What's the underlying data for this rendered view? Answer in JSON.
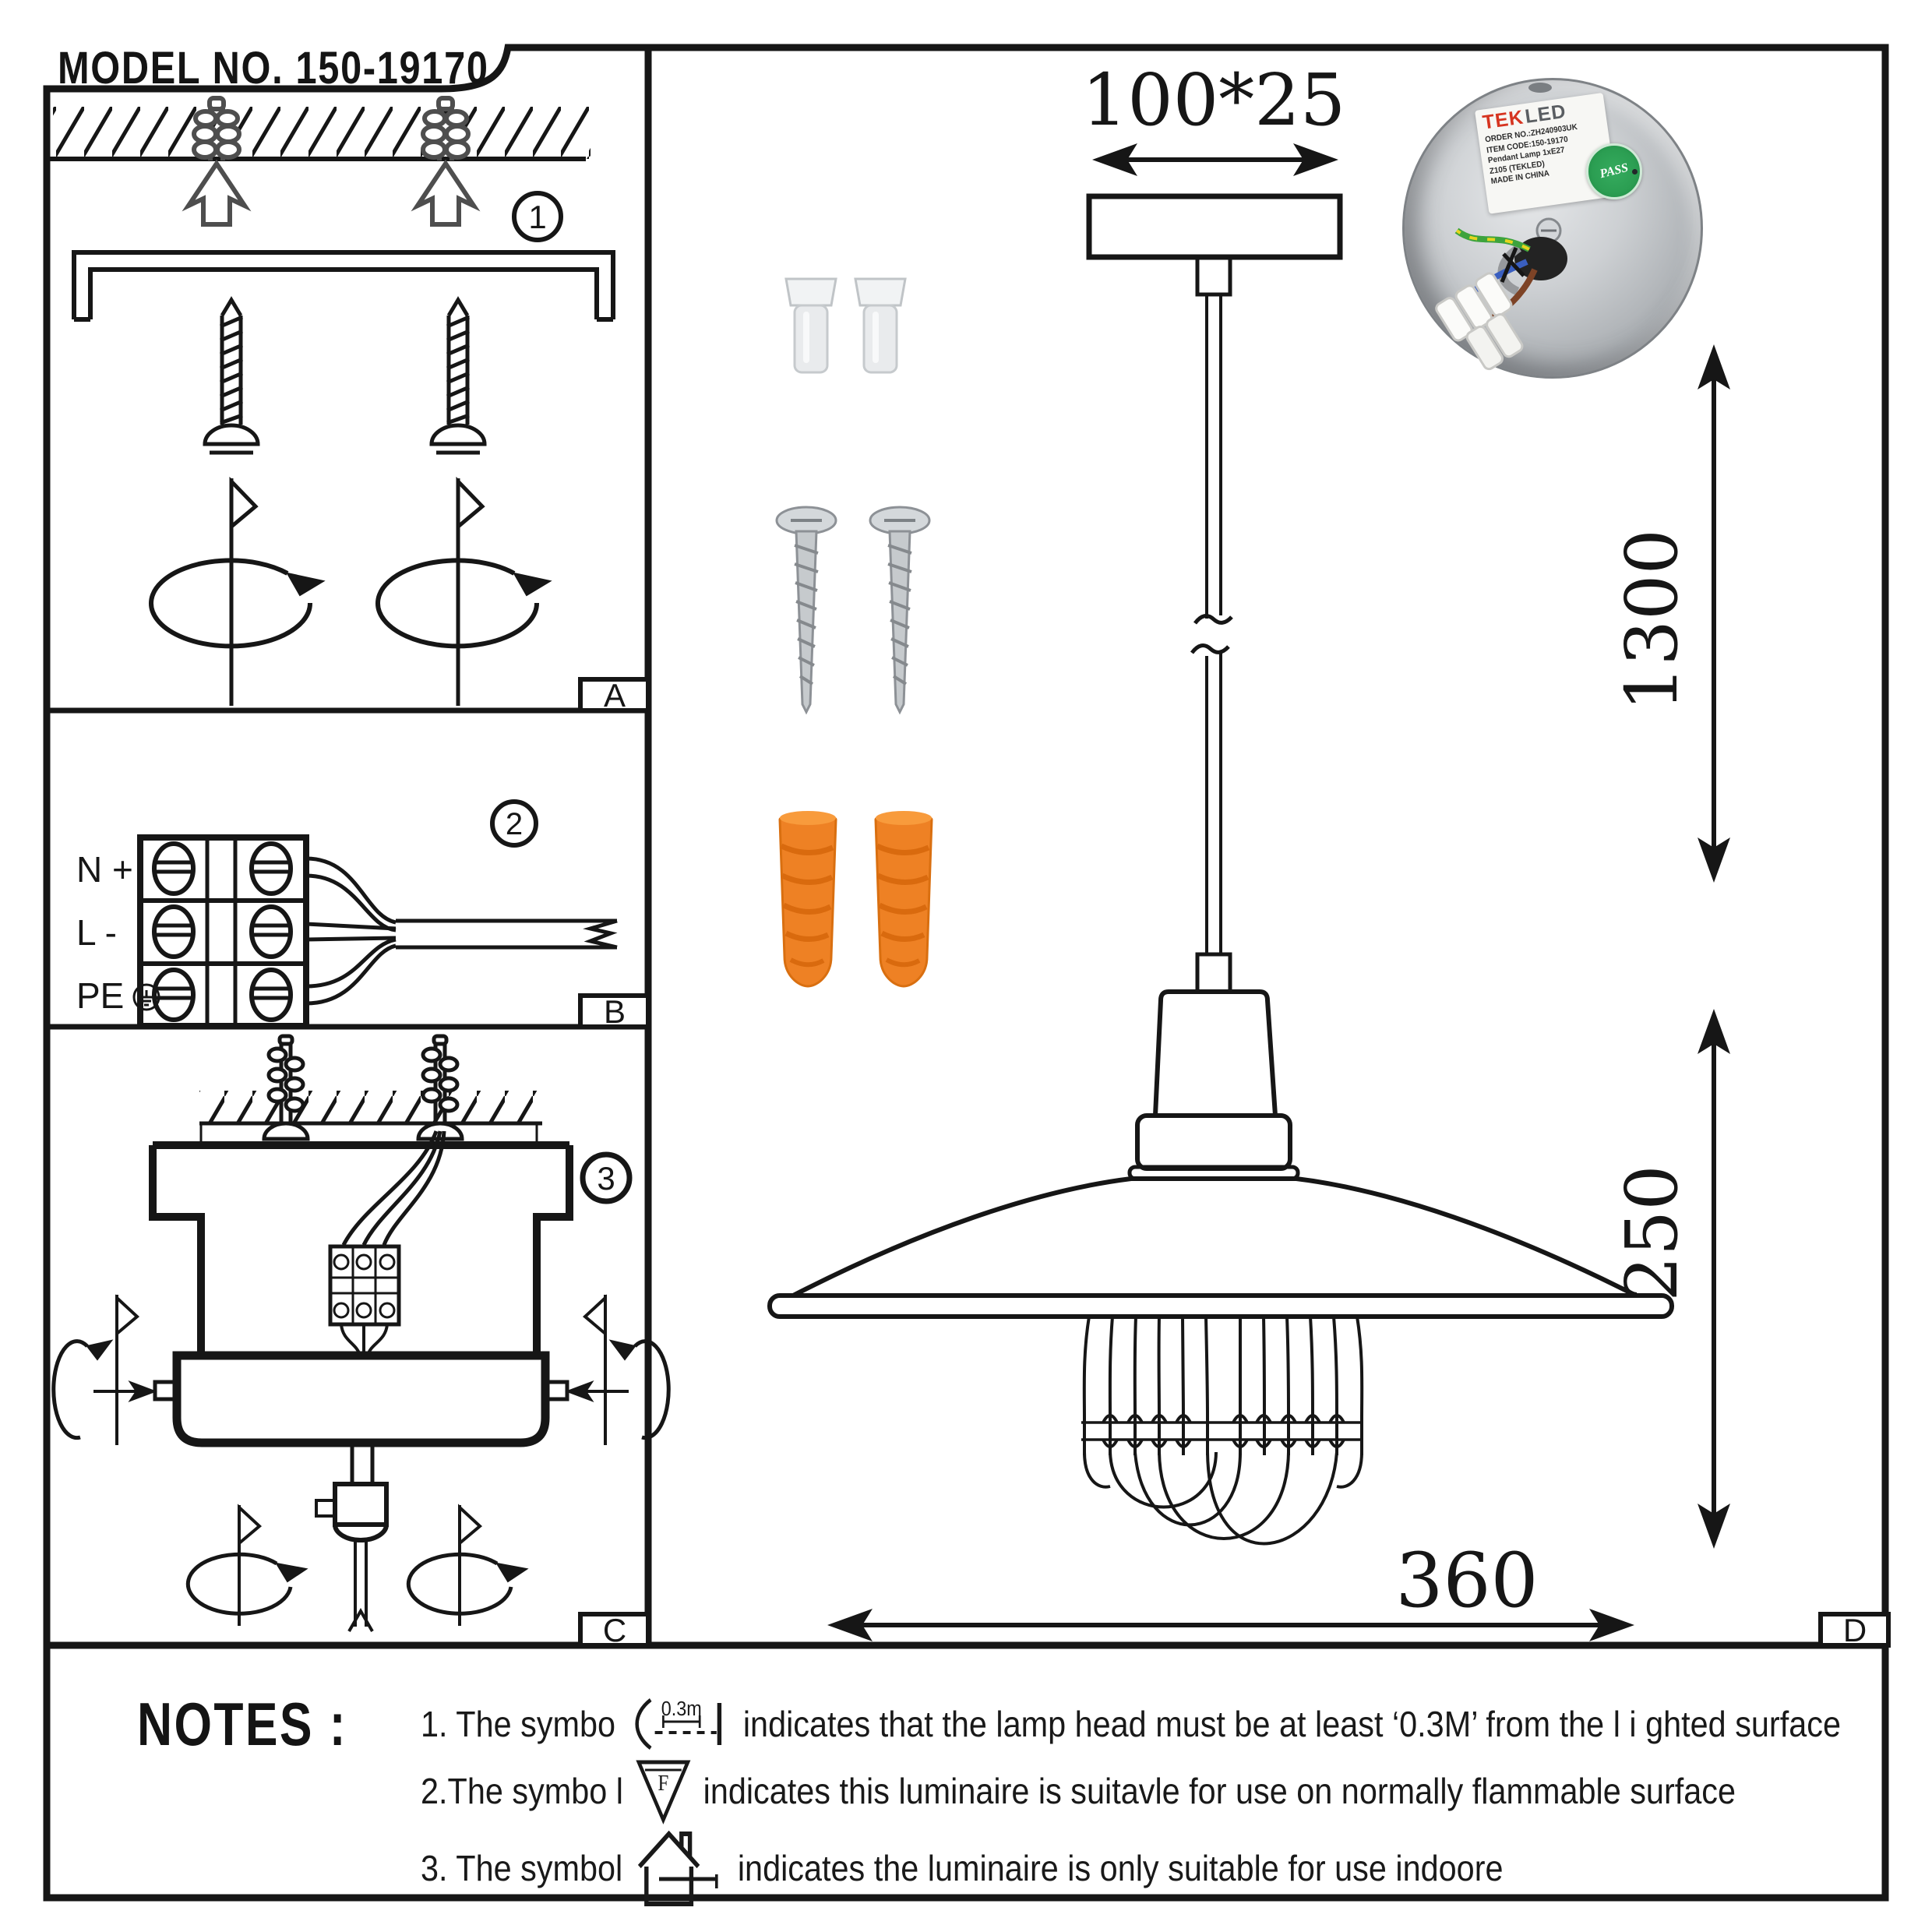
{
  "title": "MODEL NO. 150-19170",
  "panels": {
    "a": "A",
    "b": "B",
    "c": "C",
    "d": "D"
  },
  "steps": {
    "s1": "1",
    "s2": "2",
    "s3": "3"
  },
  "wiring": {
    "n": "N +",
    "l": "L -",
    "pe": "PE"
  },
  "dimensions": {
    "canopy": "100*25",
    "drop": "1300",
    "lamp_height": "250",
    "lamp_width": "360"
  },
  "photo_label": {
    "brand_tek": "TEK",
    "brand_led": "LED",
    "order_no": "ORDER NO.:ZH240903UK",
    "item_code": "ITEM CODE:150-19170",
    "product": "Pendant Lamp 1xE27",
    "model": "Z105 (TEKLED)",
    "origin": "MADE IN CHINA",
    "pass": "PASS"
  },
  "notes": {
    "heading": "NOTES :",
    "note1_pre": "1. The symbo",
    "note1_sym": "0.3m",
    "note1_post": "indicates that the lamp head must be at least ‘0.3M’ from the l i ghted surface",
    "note2_pre": "2.The symbo l",
    "note2_sym": "F",
    "note2_post": "indicates this luminaire is suitavle for use on normally flammable surface",
    "note3_pre": "3. The symbol",
    "note3_post": "indicates the luminaire is only suitable for use indoore"
  },
  "colors": {
    "line": "#161616",
    "gray_part": "#4e4e4e",
    "plug_orange": "#ee8124",
    "brand_red": "#d63420",
    "pass_green": "#2b9e52",
    "wire_green": "#3da33d",
    "wire_yellow": "#e6d51e",
    "wire_blue": "#3a5fc0",
    "wire_brown": "#7d4326"
  }
}
